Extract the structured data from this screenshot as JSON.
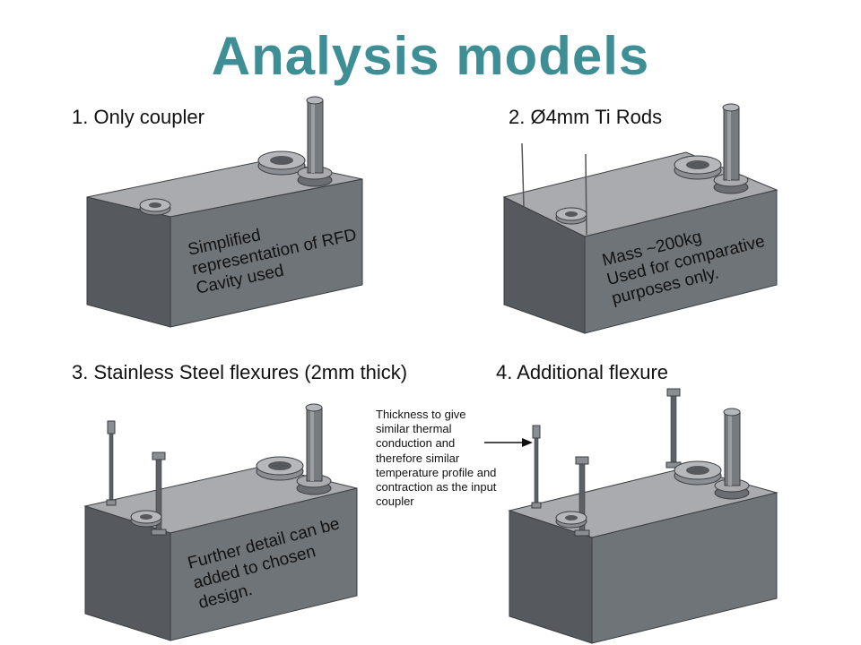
{
  "title": "Analysis models",
  "models": [
    {
      "label": "1. Only coupler",
      "text": [
        "Simplified",
        "representation of RFD",
        "Cavity used"
      ]
    },
    {
      "label": "2. Ø4mm Ti Rods",
      "text": [
        "Mass ~200kg",
        "Used for comparative",
        "purposes only."
      ]
    },
    {
      "label": "3. Stainless Steel flexures (2mm thick)",
      "text": [
        "Further detail can be",
        "added to chosen",
        "design."
      ]
    },
    {
      "label": "4. Additional flexure",
      "text": []
    }
  ],
  "annotation": "Thickness to give similar thermal conduction and therefore similar temperature profile and contraction as the input coupler",
  "colors": {
    "title": "#3d8e95",
    "box_top": "#a9abaf",
    "box_front": "#6f7478",
    "box_side": "#56595d",
    "arrow": "#111111"
  }
}
